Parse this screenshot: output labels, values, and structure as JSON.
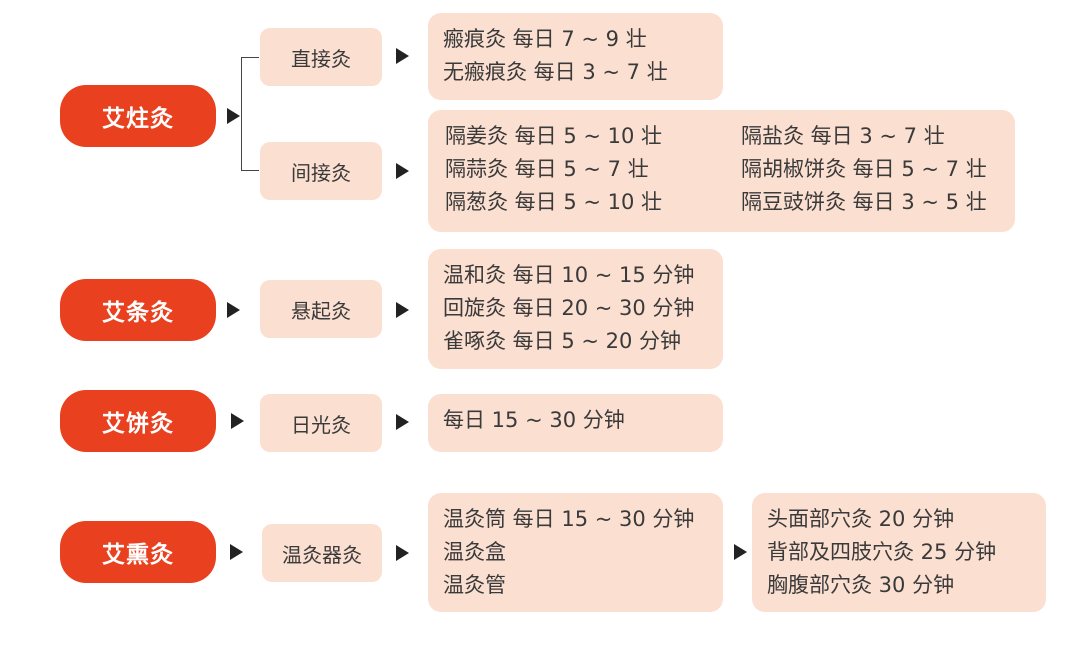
{
  "groups": [
    {
      "main": "艾炷灸",
      "subs": [
        {
          "label": "直接灸",
          "lines": [
            "瘢痕灸 每日 7 ~ 9 壮",
            "无瘢痕灸 每日 3 ~ 7 壮"
          ]
        },
        {
          "label": "间接灸",
          "left": [
            "隔姜灸 每日 5 ~ 10 壮",
            "隔蒜灸 每日 5 ~ 7 壮",
            "隔葱灸 每日 5 ~ 10 壮"
          ],
          "right": [
            "隔盐灸 每日 3 ~ 7 壮",
            "隔胡椒饼灸 每日 5 ~ 7 壮",
            "隔豆豉饼灸 每日 3 ~ 5 壮"
          ]
        }
      ]
    },
    {
      "main": "艾条灸",
      "sub": {
        "label": "悬起灸",
        "lines": [
          "温和灸 每日 10 ~ 15 分钟",
          "回旋灸 每日 20 ~ 30 分钟",
          "雀啄灸 每日 5 ~ 20 分钟"
        ]
      }
    },
    {
      "main": "艾饼灸",
      "sub": {
        "label": "日光灸",
        "lines": [
          "每日 15 ~ 30 分钟"
        ]
      }
    },
    {
      "main": "艾熏灸",
      "sub": {
        "label": "温灸器灸",
        "lines": [
          "温灸筒 每日 15 ~ 30 分钟",
          "温灸盒",
          "温灸管"
        ]
      },
      "extra": [
        "头面部穴灸 20 分钟",
        "背部及四肢穴灸 25 分钟",
        "胸腹部穴灸 30 分钟"
      ]
    }
  ],
  "colors": {
    "main": "#e9401f",
    "box": "#fbdfd1",
    "arrow": "#222222"
  }
}
